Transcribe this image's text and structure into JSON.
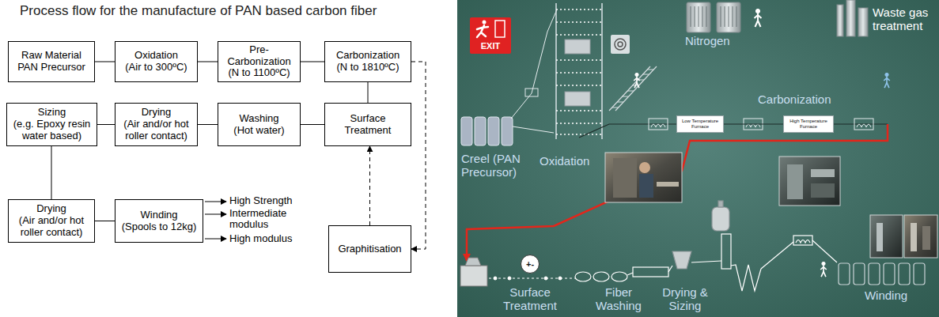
{
  "diagram": {
    "title": "Process flow for the manufacture of PAN based carbon fiber",
    "nodes": [
      {
        "text": [
          "Raw Material PAN Precursor"
        ]
      },
      {
        "text": [
          "Oxidation",
          "(Air to 300ºC)"
        ]
      },
      {
        "text": [
          "Pre-Carbonization",
          "(N to 1100ºC)"
        ]
      },
      {
        "text": [
          "Carbonization",
          "(N to 1810ºC)"
        ]
      },
      {
        "text": [
          "Sizing",
          "(e.g. Epoxy resin water based)"
        ]
      },
      {
        "text": [
          "Drying",
          "(Air and/or hot roller contact)"
        ]
      },
      {
        "text": [
          "Washing",
          "(Hot water)"
        ]
      },
      {
        "text": [
          "Surface Treatment"
        ]
      },
      {
        "text": [
          "Drying",
          "(Air and/or hot roller contact)"
        ]
      },
      {
        "text": [
          "Winding",
          "(Spools to 12kg)"
        ]
      },
      {
        "text": [
          "Graphitisation"
        ]
      },
      {
        "text": [
          "Low Temperature Furnace"
        ]
      },
      {
        "text": [
          "High Temperature Furnace"
        ]
      },
      {
        "text": [
          "+-"
        ]
      }
    ],
    "edges": [
      {
        "from": 0,
        "to": 1,
        "arrow": "none"
      },
      {
        "from": 1,
        "to": 2,
        "arrow": "none"
      },
      {
        "from": 2,
        "to": 3,
        "arrow": "none"
      },
      {
        "from": 3,
        "to": 7,
        "arrow": "none"
      },
      {
        "from": 3,
        "to": 10,
        "arrow": "to"
      },
      {
        "from": 10,
        "to": 7,
        "arrow": "to"
      },
      {
        "from": 7,
        "to": 6,
        "arrow": "none"
      },
      {
        "from": 6,
        "to": 5,
        "arrow": "none"
      },
      {
        "from": 5,
        "to": 4,
        "arrow": "none"
      },
      {
        "from": 4,
        "to": 8,
        "arrow": "none"
      },
      {
        "from": 8,
        "to": 9,
        "arrow": "none"
      },
      {
        "from": 11,
        "to": 12,
        "arrow": "none"
      }
    ],
    "labels": [
      "High Strength",
      "Intermediate modulus",
      "High modulus",
      "EXIT",
      "Nitrogen",
      "Waste gas treatment",
      "Carbonization",
      "Creel (PAN Precursor)",
      "Oxidation",
      "Surface Treatment",
      "Fiber Washing",
      "Drying & Sizing",
      "Winding"
    ]
  }
}
